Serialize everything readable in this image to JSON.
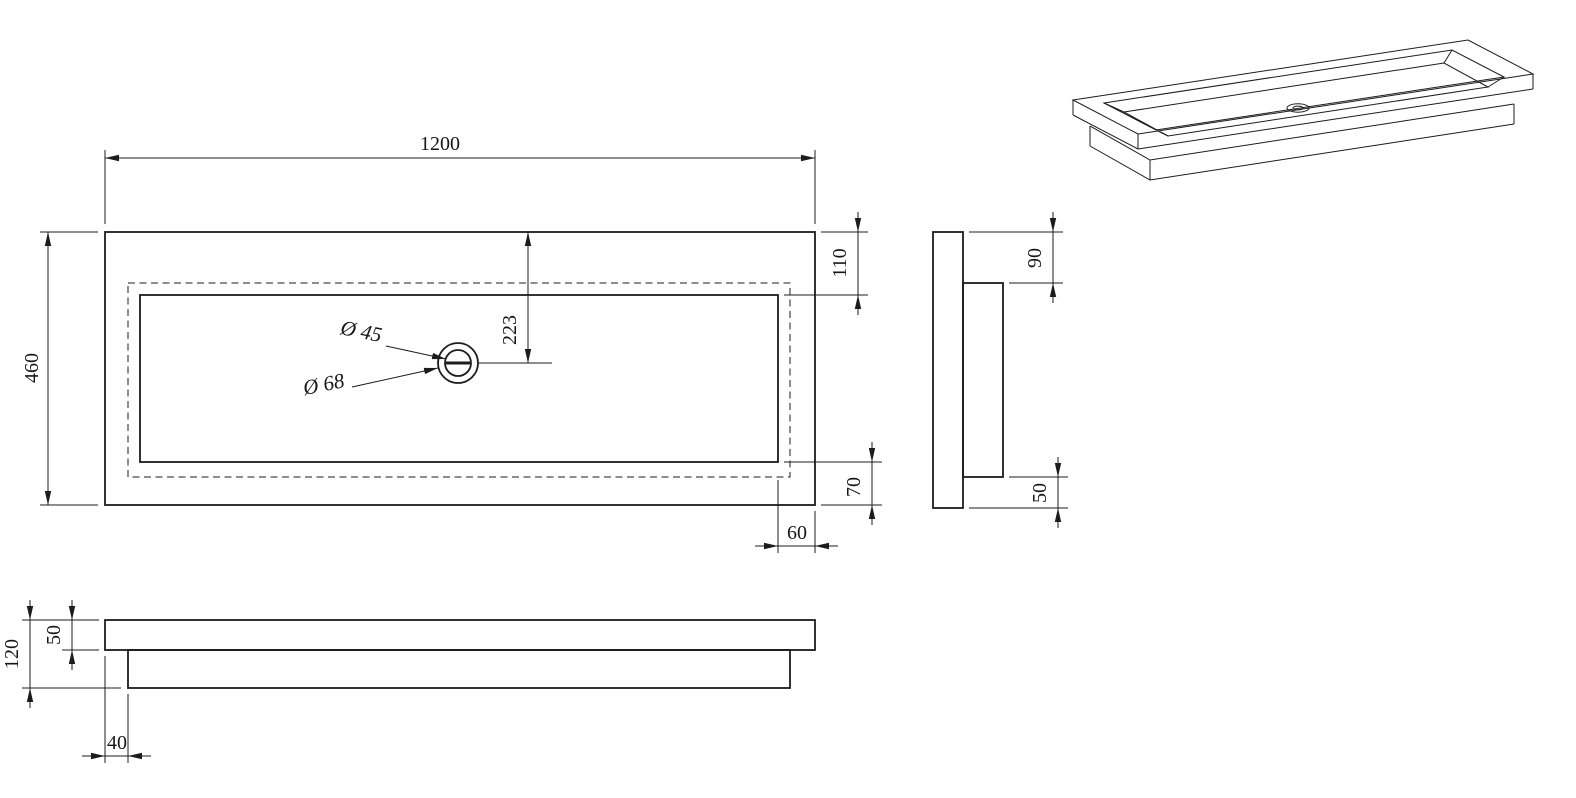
{
  "plan": {
    "width": "1200",
    "depth": "460",
    "rim_top": "110",
    "drain_from_top": "223",
    "rim_bottom": "70",
    "rim_right": "60",
    "drain_inner_dia": "Ø 45",
    "drain_outer_dia": "Ø 68"
  },
  "side": {
    "body_top_offset": "90",
    "body_bottom_offset": "50"
  },
  "front": {
    "total_height": "120",
    "slab_thickness": "50",
    "ledge_inset": "40"
  },
  "colors": {
    "line": "#1c1c1c",
    "background": "#ffffff"
  }
}
